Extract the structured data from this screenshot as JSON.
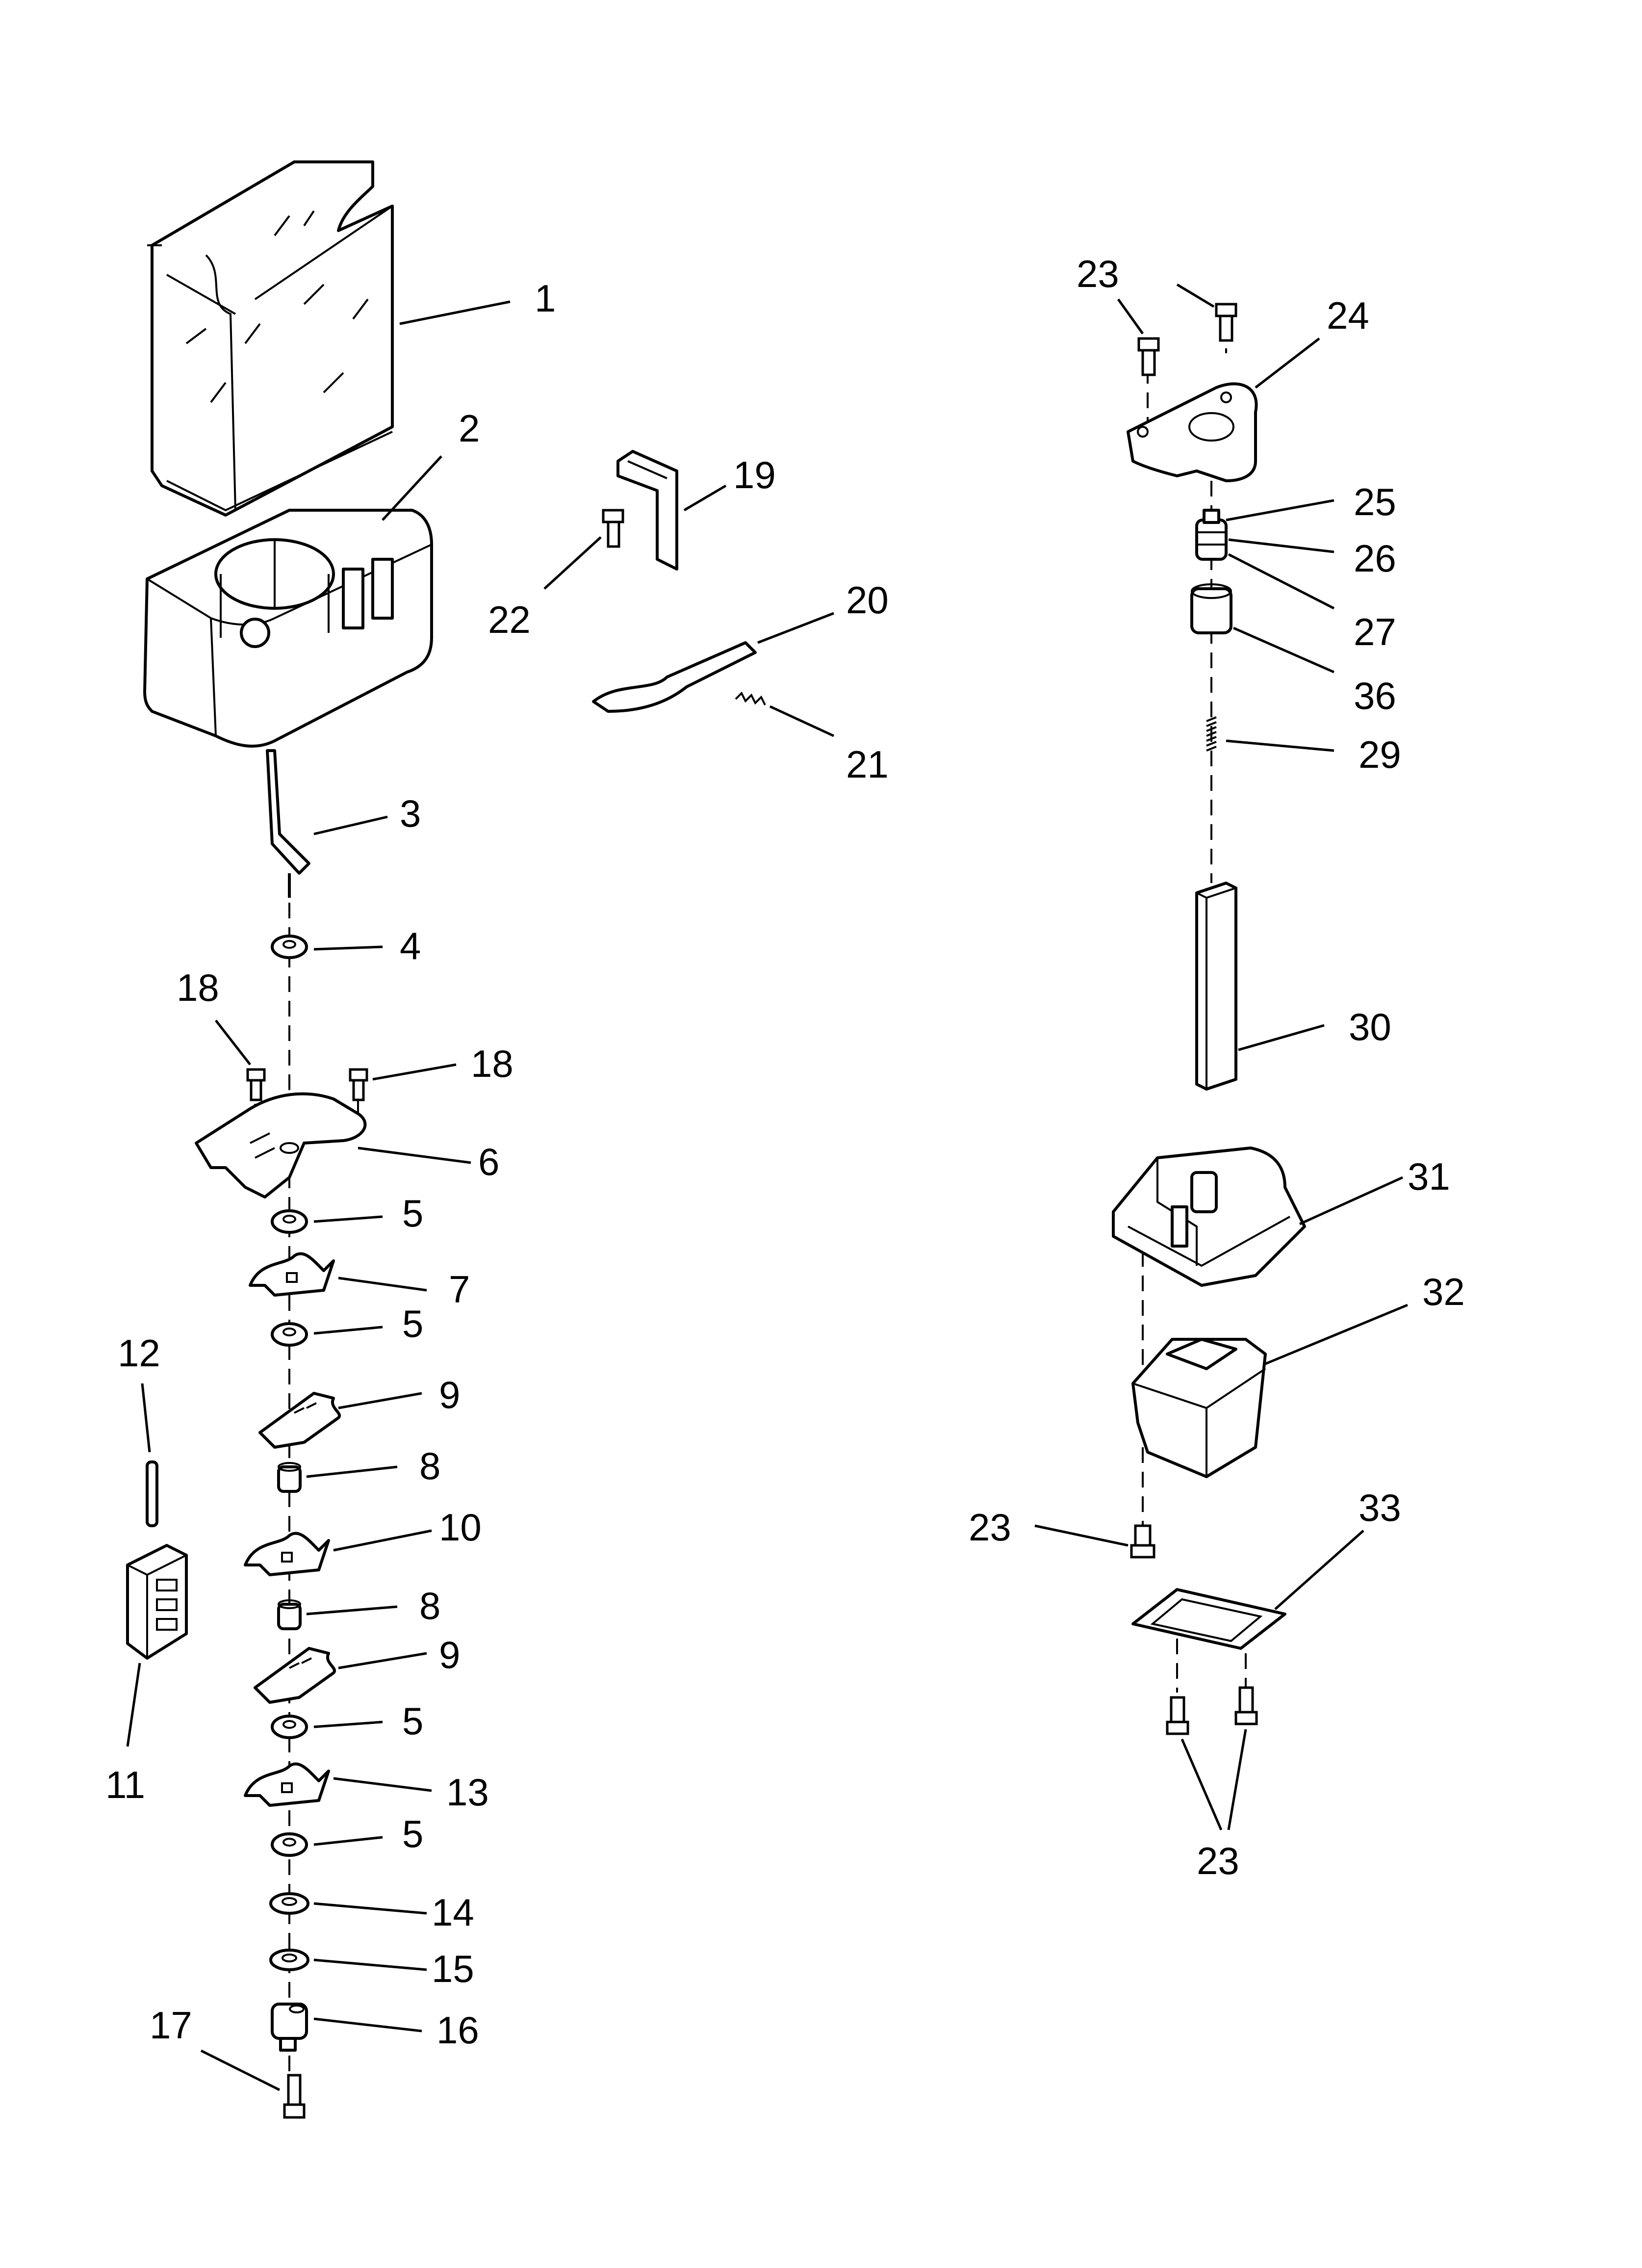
{
  "diagram": {
    "type": "exploded-parts-view",
    "callouts": {
      "p1": "1",
      "p2": "2",
      "p3": "3",
      "p4": "4",
      "p5a": "5",
      "p5b": "5",
      "p5c": "5",
      "p5d": "5",
      "p6": "6",
      "p7": "7",
      "p8a": "8",
      "p8b": "8",
      "p9a": "9",
      "p9b": "9",
      "p10": "10",
      "p11": "11",
      "p12": "12",
      "p13": "13",
      "p14": "14",
      "p15": "15",
      "p16": "16",
      "p17": "17",
      "p18a": "18",
      "p18b": "18",
      "p19": "19",
      "p20": "20",
      "p21": "21",
      "p22": "22",
      "p23a": "23",
      "p23b": "23",
      "p23c": "23",
      "p24": "24",
      "p25": "25",
      "p26": "26",
      "p27": "27",
      "p29": "29",
      "p30": "30",
      "p31": "31",
      "p32": "32",
      "p33": "33",
      "p36": "36"
    }
  }
}
